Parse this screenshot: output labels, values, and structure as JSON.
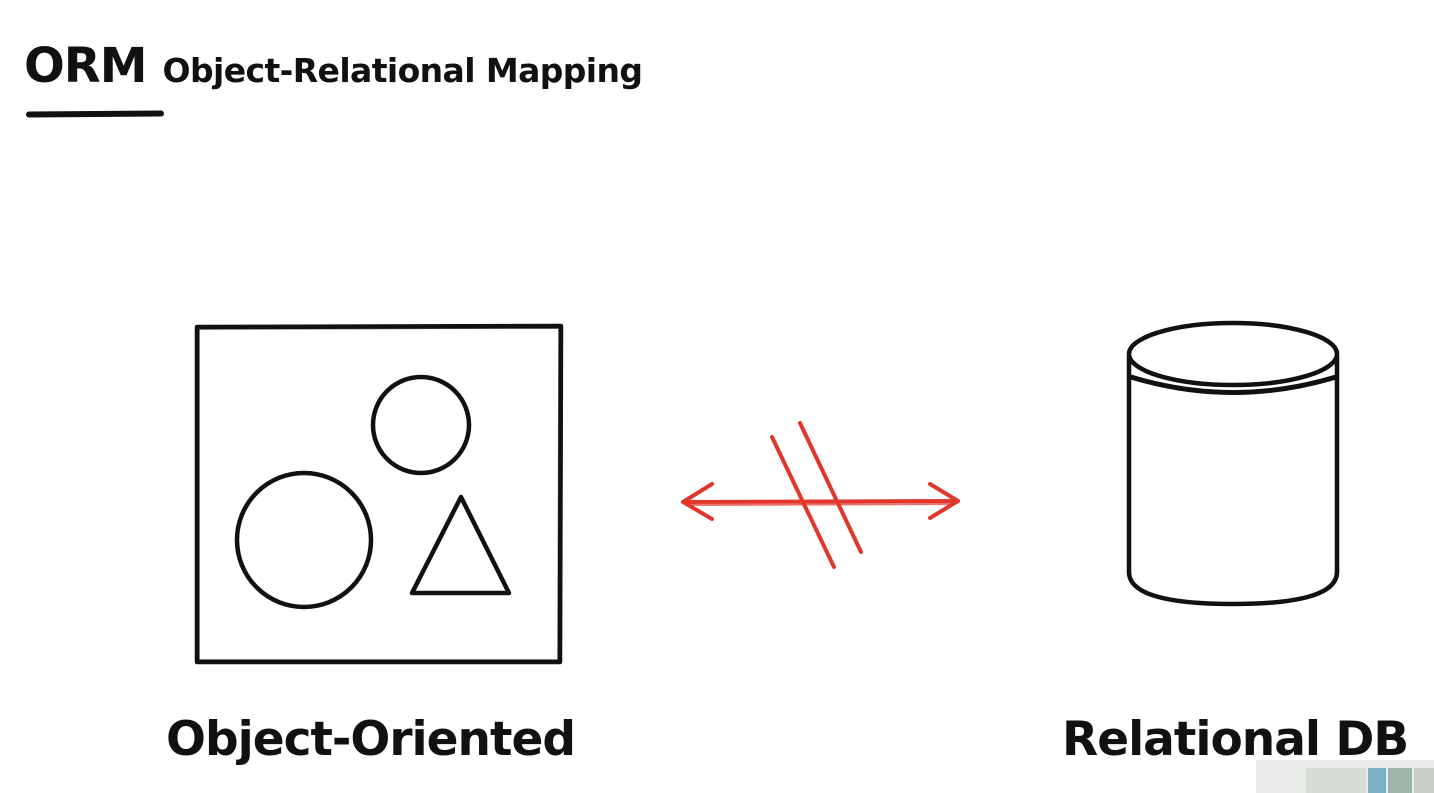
{
  "title": {
    "acronym": "ORM",
    "full": "Object-Relational Mapping"
  },
  "labels": {
    "left": "Object-Oriented",
    "right": "Relational DB"
  },
  "icons": {
    "left": "object-shapes-box-icon",
    "middle": "broken-bidirectional-arrow-icon",
    "right": "database-cylinder-icon"
  },
  "colors": {
    "ink": "#111111",
    "arrow": "#e0362c",
    "background": "#ffffff"
  }
}
